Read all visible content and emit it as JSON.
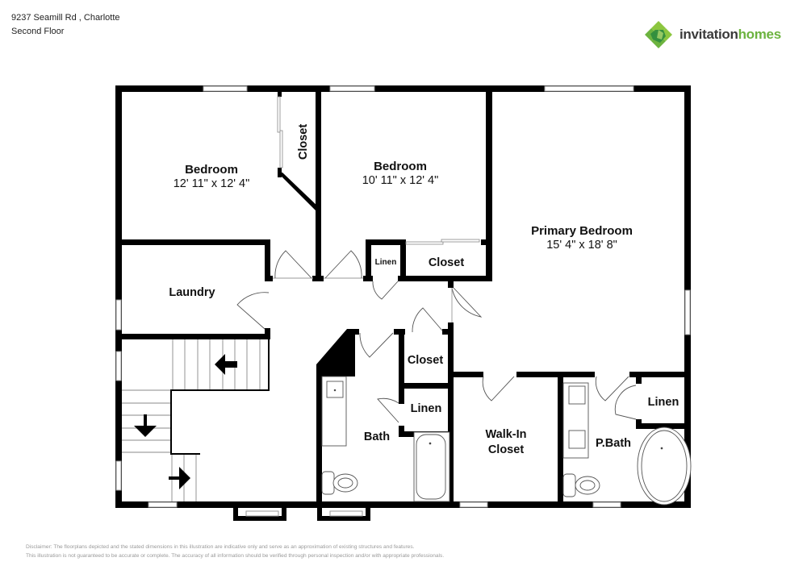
{
  "header": {
    "address": "9237 Seamill Rd , Charlotte",
    "floor": "Second Floor"
  },
  "brand": {
    "name_part1": "invitation",
    "name_part2": "homes",
    "logo_icon": "green-diamond-cluster-icon",
    "colors": {
      "dark_green": "#2e8b3e",
      "light_green": "#8cc63f",
      "text_dark": "#3a3a3a",
      "text_green": "#6cb33f"
    }
  },
  "rooms": [
    {
      "id": "bedroom-2",
      "name": "Bedroom",
      "dims": "12' 11\" x 12' 4\""
    },
    {
      "id": "bedroom-3",
      "name": "Bedroom",
      "dims": "10' 11\" x 12' 4\""
    },
    {
      "id": "primary-bedroom",
      "name": "Primary Bedroom",
      "dims": "15' 4\" x 18' 8\""
    },
    {
      "id": "laundry",
      "name": "Laundry"
    },
    {
      "id": "closet-bed2",
      "name": "Closet"
    },
    {
      "id": "linen-hall",
      "name": "Linen"
    },
    {
      "id": "closet-bed3",
      "name": "Closet"
    },
    {
      "id": "closet-hall",
      "name": "Closet"
    },
    {
      "id": "linen-bath",
      "name": "Linen"
    },
    {
      "id": "bath",
      "name": "Bath"
    },
    {
      "id": "walk-in-closet",
      "name_line1": "Walk-In",
      "name_line2": "Closet"
    },
    {
      "id": "primary-bath",
      "name": "P.Bath"
    },
    {
      "id": "linen-pbath",
      "name": "Linen"
    }
  ],
  "colors": {
    "wall": "#000000",
    "window": "#ffffff",
    "window_edge": "#9a9a9a",
    "fixture_line": "#555555"
  },
  "disclaimer": {
    "line1": "Disclaimer: The floorplans depicted and the stated dimensions in this illustration are indicative only and serve as an approximation of existing structures and features.",
    "line2": "This illustration is not guaranteed to be accurate or complete. The accuracy of all information should be verified through personal inspection and/or with appropriate professionals."
  }
}
